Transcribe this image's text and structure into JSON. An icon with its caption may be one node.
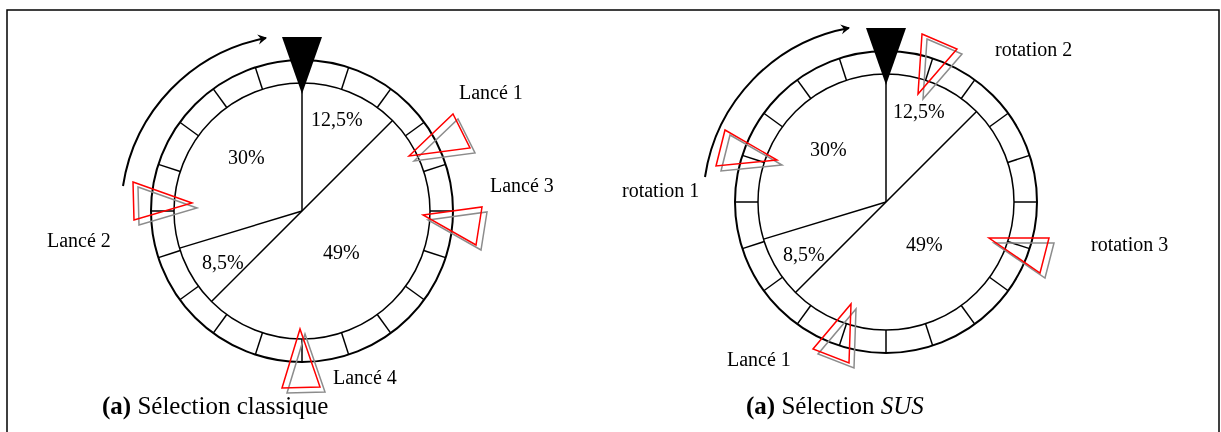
{
  "diagram": {
    "labels": [
      "Lancé 1",
      "12,5%",
      "30%",
      "Lancé 3",
      "Lancé 2",
      "8,5%",
      "49%",
      "Lancé 4",
      "**(a)** Sélection classique",
      "rotation 2",
      "12,5%",
      "30%",
      "rotation 1",
      "8,5%",
      "49%",
      "rotation 3",
      "Lancé 1",
      "**(a)** Sélection *SUS*"
    ]
  }
}
